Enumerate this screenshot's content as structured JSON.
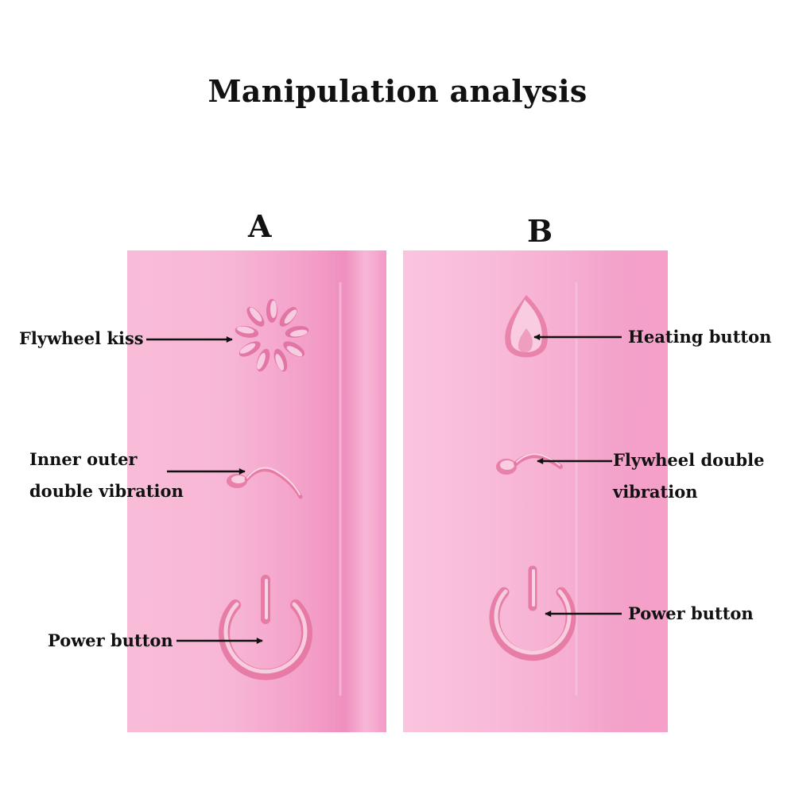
{
  "title": "Manipulation analysis",
  "panels": [
    {
      "letter": "A",
      "icons": [
        "flower-icon",
        "wave-icon",
        "power-icon"
      ],
      "labels": [
        {
          "line1": "Flywheel kiss",
          "line2": ""
        },
        {
          "line1": "Inner outer",
          "line2": "double vibration"
        },
        {
          "line1": "Power button",
          "line2": ""
        }
      ]
    },
    {
      "letter": "B",
      "icons": [
        "flame-icon",
        "wave-icon",
        "power-icon"
      ],
      "labels": [
        {
          "line1": "Heating button",
          "line2": ""
        },
        {
          "line1": "Flywheel double",
          "line2": "vibration"
        },
        {
          "line1": "Power button",
          "line2": ""
        }
      ]
    }
  ],
  "colors": {
    "panel_pink": "#f7b6d5",
    "icon_shadow": "#e4739f",
    "icon_highlight": "#fde3ef",
    "text": "#111111"
  }
}
